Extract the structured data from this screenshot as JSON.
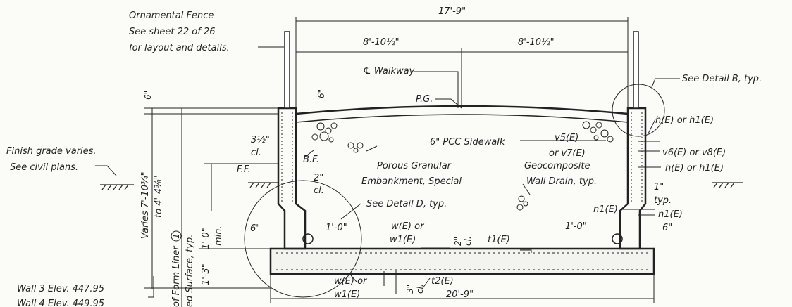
{
  "dimensions": {
    "overall_top": "17'-9\"",
    "half_left": "8'-10½\"",
    "half_right": "8'-10½\"",
    "base_width": "20'-9\"",
    "six_left_top": "6\"",
    "six_mid": "6\"",
    "varies_1": "Varies 7'-10¾\"",
    "varies_2": "to 4'-4⅜\"",
    "one_zero_min": "1'-0\"",
    "min": "min.",
    "one_three": "1'-3\"",
    "six_left_base": "6\"",
    "one_zero_left": "1'-0\"",
    "one_zero_right": "1'-0\"",
    "six_right_base": "6\"",
    "two_cl": "2\"",
    "cl_2": "cl.",
    "three_cl": "3\"",
    "cl_3": "cl.",
    "three_half": "3½\"",
    "cl_35": "cl.",
    "two_in": "2\"",
    "cl_2b": "cl.",
    "one_in": "1\"",
    "typ": "typ."
  },
  "notes": {
    "fence_1": "Ornamental Fence",
    "fence_2": "See sheet 22 of 26",
    "fence_3": "for layout and details.",
    "walkway": "℄ Walkway",
    "pg": "P.G.",
    "sidewalk": "6\" PCC Sidewalk",
    "detail_b": "See Detail B, typ.",
    "finish_1": "Finish grade varies.",
    "finish_2": "See civil plans.",
    "ff": "F.F.",
    "bf": "B.F.",
    "porous_1": "Porous Granular",
    "porous_2": "Embankment, Special",
    "geo_1": "Geocomposite",
    "geo_2": "Wall Drain, typ.",
    "detail_d": "See Detail D, typ.",
    "form_liner": "of Form Liner",
    "form_liner_circle": "1",
    "surface_typ": "ed Surface, typ.",
    "wall3": "Wall 3 Elev. 447.95",
    "wall4": "Wall 4 Elev. 449.95"
  },
  "rebar": {
    "h_e_h1_top": "h(E) or h1(E)",
    "v5": "v5(E)",
    "v7": "or v7(E)",
    "v6_v8": "v6(E) or v8(E)",
    "h_e_h1_mid": "h(E) or h1(E)",
    "n1_a": "n1(E)",
    "n1_b": "n1(E)",
    "w_top_1": "w(E) or",
    "w_top_2": "w1(E)",
    "t1": "t1(E)",
    "w_bot_1": "w(E) or",
    "w_bot_2": "w1(E)",
    "t2": "t2(E)"
  }
}
